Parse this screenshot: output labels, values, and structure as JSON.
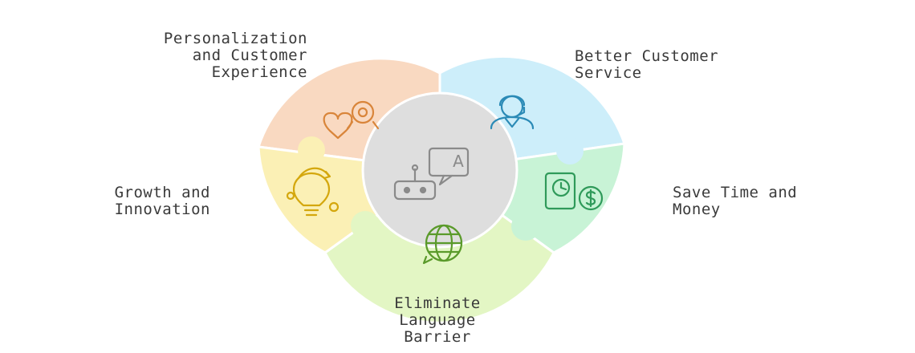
{
  "segments": [
    {
      "label": "Personalization and Customer Experience",
      "color": "#f9d9c1",
      "icon": "heart-hand-icon",
      "icon_color": "#d9853a"
    },
    {
      "label": "Better Customer Service",
      "color": "#cdeefa",
      "icon": "support-agent-icon",
      "icon_color": "#2a8ab6"
    },
    {
      "label": "Save Time and Money",
      "color": "#c8f3d6",
      "icon": "clock-dollar-icon",
      "icon_color": "#2f9a5a"
    },
    {
      "label": "Eliminate Language Barrier",
      "color": "#e3f6c4",
      "icon": "globe-chat-icon",
      "icon_color": "#5a9a2a"
    },
    {
      "label": "Growth and Innovation",
      "color": "#fbf0b5",
      "icon": "lightbulb-icon",
      "icon_color": "#d4a70d"
    }
  ],
  "hub": {
    "icon": "robot-translate-icon",
    "color": "#dedede",
    "icon_color": "#8a8a8a",
    "glyph": "A"
  }
}
